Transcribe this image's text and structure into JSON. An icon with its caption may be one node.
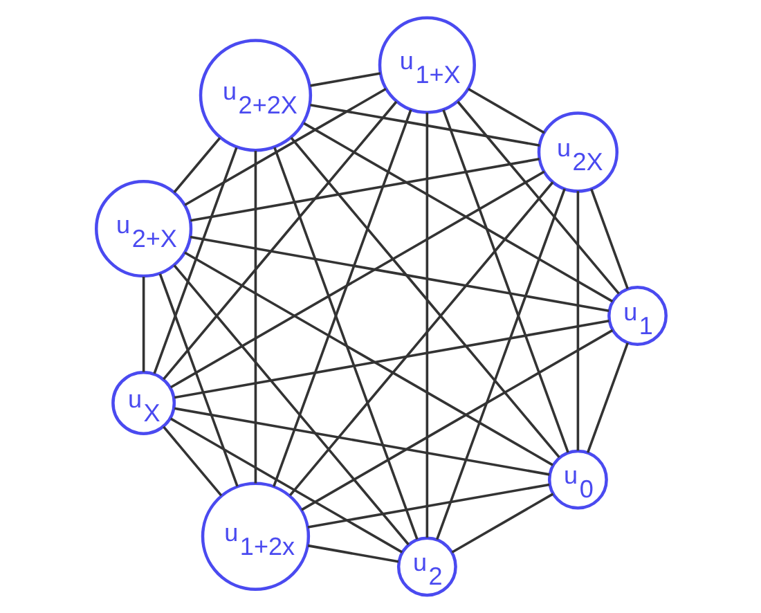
{
  "diagram": {
    "nodes": [
      {
        "text": [
          "u$_{0}$"
        ]
      },
      {
        "text": [
          "u$_{X}$"
        ]
      },
      {
        "text": [
          "u$_{1+2x}$"
        ]
      },
      {
        "text": [
          "u$_{1}$"
        ]
      },
      {
        "text": [
          "u$_{2}$"
        ]
      },
      {
        "text": [
          "u$_{2+X}$"
        ]
      },
      {
        "text": [
          "u$_{2+2X}$"
        ]
      },
      {
        "text": [
          "u$_{1+X}$"
        ]
      },
      {
        "text": [
          "u$_{2X}$"
        ]
      }
    ],
    "edges": [
      {
        "from": 0,
        "to": 1,
        "arrow": "none"
      },
      {
        "from": 0,
        "to": 2,
        "arrow": "none"
      },
      {
        "from": 0,
        "to": 3,
        "arrow": "none"
      },
      {
        "from": 0,
        "to": 4,
        "arrow": "none"
      },
      {
        "from": 0,
        "to": 5,
        "arrow": "none"
      },
      {
        "from": 0,
        "to": 6,
        "arrow": "none"
      },
      {
        "from": 0,
        "to": 7,
        "arrow": "none"
      },
      {
        "from": 0,
        "to": 8,
        "arrow": "none"
      },
      {
        "from": 1,
        "to": 2,
        "arrow": "none"
      },
      {
        "from": 1,
        "to": 3,
        "arrow": "none"
      },
      {
        "from": 1,
        "to": 4,
        "arrow": "none"
      },
      {
        "from": 1,
        "to": 5,
        "arrow": "none"
      },
      {
        "from": 1,
        "to": 6,
        "arrow": "none"
      },
      {
        "from": 1,
        "to": 7,
        "arrow": "none"
      },
      {
        "from": 1,
        "to": 8,
        "arrow": "none"
      },
      {
        "from": 2,
        "to": 3,
        "arrow": "none"
      },
      {
        "from": 2,
        "to": 4,
        "arrow": "none"
      },
      {
        "from": 2,
        "to": 5,
        "arrow": "none"
      },
      {
        "from": 2,
        "to": 6,
        "arrow": "none"
      },
      {
        "from": 2,
        "to": 7,
        "arrow": "none"
      },
      {
        "from": 2,
        "to": 8,
        "arrow": "none"
      },
      {
        "from": 3,
        "to": 5,
        "arrow": "none"
      },
      {
        "from": 3,
        "to": 6,
        "arrow": "none"
      },
      {
        "from": 3,
        "to": 7,
        "arrow": "none"
      },
      {
        "from": 3,
        "to": 8,
        "arrow": "none"
      },
      {
        "from": 4,
        "to": 5,
        "arrow": "none"
      },
      {
        "from": 4,
        "to": 6,
        "arrow": "none"
      },
      {
        "from": 4,
        "to": 7,
        "arrow": "none"
      },
      {
        "from": 4,
        "to": 8,
        "arrow": "none"
      },
      {
        "from": 5,
        "to": 6,
        "arrow": "none"
      },
      {
        "from": 5,
        "to": 7,
        "arrow": "none"
      },
      {
        "from": 5,
        "to": 8,
        "arrow": "none"
      },
      {
        "from": 6,
        "to": 7,
        "arrow": "none"
      },
      {
        "from": 6,
        "to": 8,
        "arrow": "none"
      },
      {
        "from": 7,
        "to": 8,
        "arrow": "none"
      }
    ]
  }
}
